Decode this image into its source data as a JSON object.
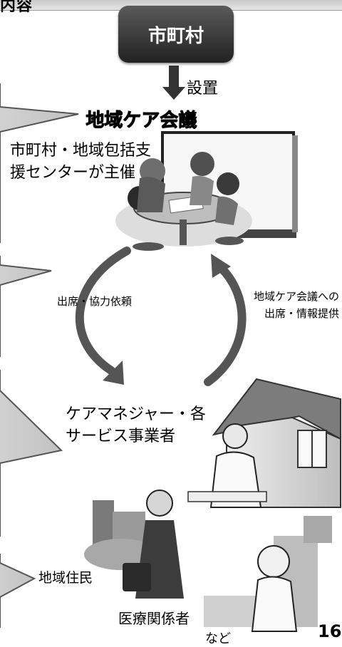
{
  "header": {
    "title": "内容"
  },
  "municipality": {
    "label": "市町村"
  },
  "arrow_set": {
    "label": "設置"
  },
  "meeting": {
    "title": "地域ケア会議",
    "host": "市町村・地域包括支援センターが主催"
  },
  "flows": {
    "left_label": "出席・協力依頼",
    "right_label_1": "地域ケア会議への",
    "right_label_2": "出席・情報提供"
  },
  "participants": {
    "care_managers": "ケアマネジャー・各サービス事業者",
    "residents": "地域住民",
    "medical": "医療関係者",
    "etc": "など"
  },
  "page": {
    "number": "16"
  }
}
